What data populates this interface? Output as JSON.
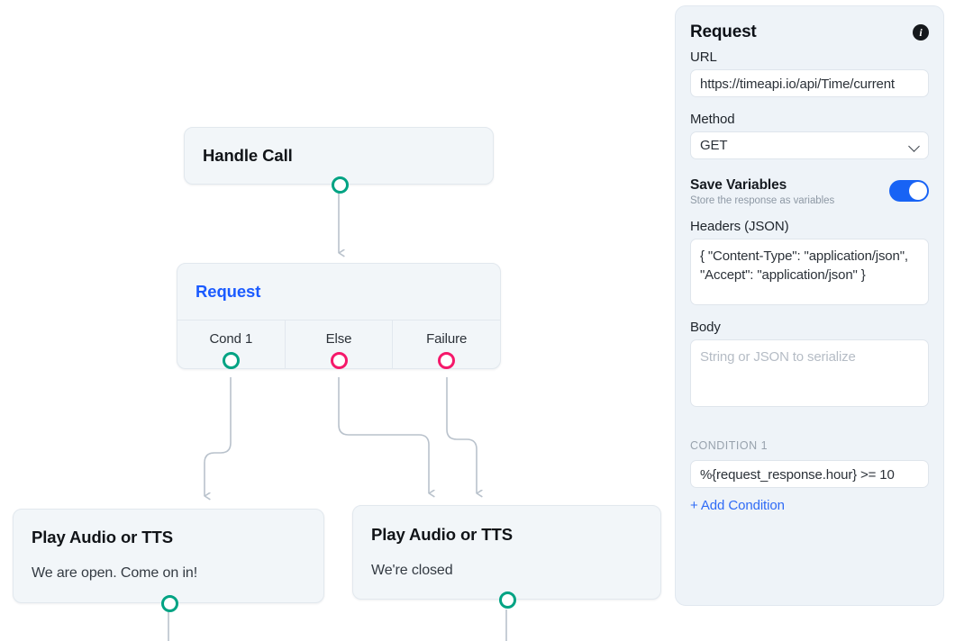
{
  "canvas": {
    "nodes": [
      {
        "id": "handle-call",
        "title": "Handle Call",
        "subtitle": "",
        "ports": [
          {
            "label": "",
            "color": "teal"
          }
        ]
      },
      {
        "id": "request",
        "title": "Request",
        "subtitle": "",
        "ports": [
          {
            "label": "Cond 1",
            "color": "teal"
          },
          {
            "label": "Else",
            "color": "pink"
          },
          {
            "label": "Failure",
            "color": "pink"
          }
        ]
      },
      {
        "id": "tts-open",
        "title": "Play Audio or TTS",
        "subtitle": "We are open. Come on in!",
        "ports": [
          {
            "label": "",
            "color": "teal"
          }
        ]
      },
      {
        "id": "tts-closed",
        "title": "Play Audio or TTS",
        "subtitle": "We're closed",
        "ports": [
          {
            "label": "",
            "color": "teal"
          }
        ]
      }
    ]
  },
  "panel": {
    "title": "Request",
    "info_icon": "info-icon",
    "url": {
      "label": "URL",
      "value": "https://timeapi.io/api/Time/current"
    },
    "method": {
      "label": "Method",
      "value": "GET",
      "chevron": "chevron-down-icon"
    },
    "save_variables": {
      "label": "Save Variables",
      "description": "Store the response as variables",
      "enabled": "on"
    },
    "headers": {
      "label": "Headers (JSON)",
      "value": "{ \"Content-Type\": \"application/json\", \"Accept\": \"application/json\" }"
    },
    "body": {
      "label": "Body",
      "value": "",
      "placeholder": "String or JSON to serialize"
    },
    "condition": {
      "section_label": "CONDITION 1",
      "value": "%{request_response.hour} >= 10",
      "add_label": "+ Add Condition"
    }
  },
  "colors": {
    "port_teal": "#00a383",
    "port_pink": "#f5186a",
    "accent_blue": "#1b5bff",
    "link_blue": "#2f6bf6",
    "toggle_on": "#1863f5",
    "node_bg": "#f2f6f9",
    "panel_bg": "#eef3f8",
    "edge": "#b9c2cc"
  }
}
